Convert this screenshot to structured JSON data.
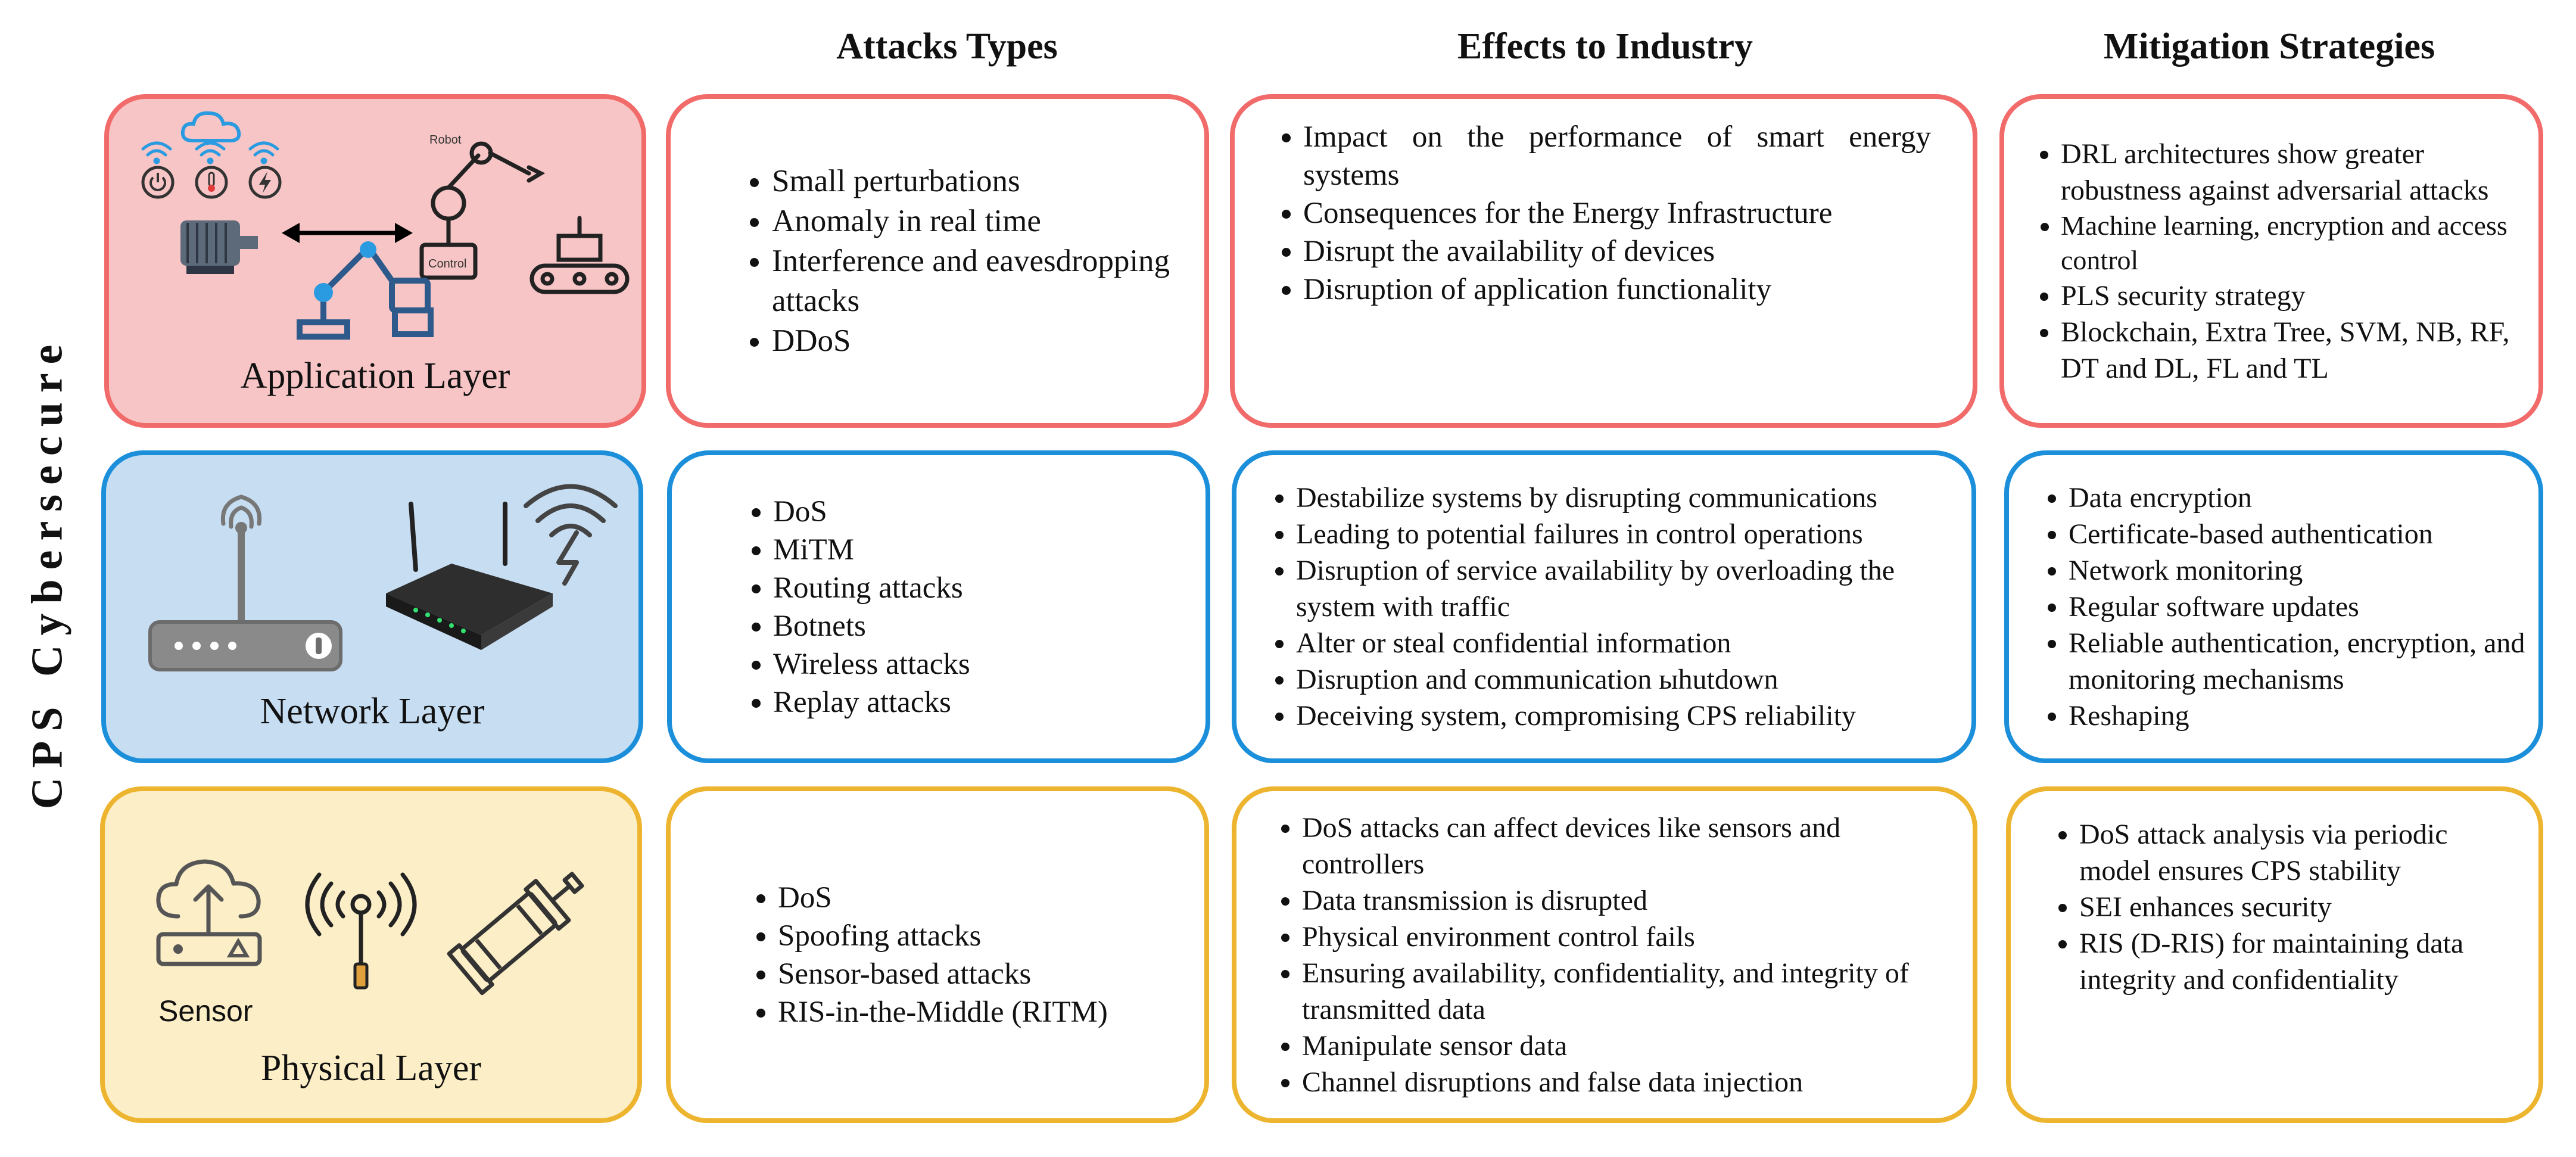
{
  "side_title": "CPS Cybersecure",
  "headers": {
    "attacks": "Attacks Types",
    "effects": "Effects to Industry",
    "mitigation": "Mitigation Strategies"
  },
  "colors": {
    "application_border": "#F26B6B",
    "application_fill": "#F7C5C5",
    "network_border": "#1C8FDB",
    "network_fill": "#C7DDF2",
    "physical_border": "#EDB52F",
    "physical_fill": "#FCEEC6"
  },
  "icons": {
    "application": [
      "cloud-icon",
      "wifi-icon",
      "power-icon",
      "thermometer-icon",
      "lightning-icon",
      "motor-icon",
      "double-arrow-icon",
      "robot-arm-icon",
      "conveyor-icon"
    ],
    "network": [
      "router-icon",
      "wireless-router-icon",
      "wireless-lightning-icon"
    ],
    "physical": [
      "cloud-upload-icon",
      "antenna-icon",
      "actuator-icon"
    ]
  },
  "layers": {
    "application": {
      "label": "Application Layer",
      "device_labels": {
        "robot": "Robot",
        "control": "Control"
      },
      "attacks": [
        "Small perturbations",
        "Anomaly in real time",
        "Interference and eavesdropping attacks",
        "DDoS"
      ],
      "effects": [
        "Impact on the performance of smart energy systems",
        "Consequences for the Energy Infrastructure",
        "Disrupt the availability of devices",
        "Disruption of application functionality"
      ],
      "mitigation": [
        "DRL architectures show greater robustness against adversarial attacks",
        "Machine learning, encryption  and access control",
        "PLS security strategy",
        "Blockchain, Extra Tree, SVM, NB, RF, DT and DL, FL and TL"
      ]
    },
    "network": {
      "label": "Network Layer",
      "attacks": [
        "DoS",
        "MiTM",
        "Routing attacks",
        "Botnets",
        "Wireless attacks",
        "Replay attacks"
      ],
      "effects": [
        "Destabilize systems by disrupting communications",
        "Leading to potential failures in control operations",
        "Disruption of service availability by overloading the system with traffic",
        "Alter or steal confidential information",
        "Disruption and communication ыhutdown",
        "Deceiving system, compromising CPS  reliability"
      ],
      "mitigation": [
        "Data encryption",
        "Certificate-based authentication",
        "Network monitoring",
        "Regular software updates",
        "Reliable authentication, encryption, and monitoring mechanisms",
        "Reshaping"
      ]
    },
    "physical": {
      "label": "Physical Layer",
      "sensor_label": "Sensor",
      "attacks": [
        "DoS",
        "Spoofing attacks",
        "Sensor-based attacks",
        "RIS-in-the-Middle (RITM)"
      ],
      "effects": [
        "DoS attacks can affect devices like sensors and controllers",
        "Data transmission is disrupted",
        "Physical environment control fails",
        "Ensuring availability, confidentiality, and integrity of transmitted data",
        "Manipulate sensor data",
        "Channel disruptions and false data injection"
      ],
      "mitigation": [
        "DoS attack analysis via periodic model ensures CPS stability",
        "SEI enhances security",
        "RIS (D-RIS) for maintaining data integrity and confidentiality"
      ]
    }
  }
}
